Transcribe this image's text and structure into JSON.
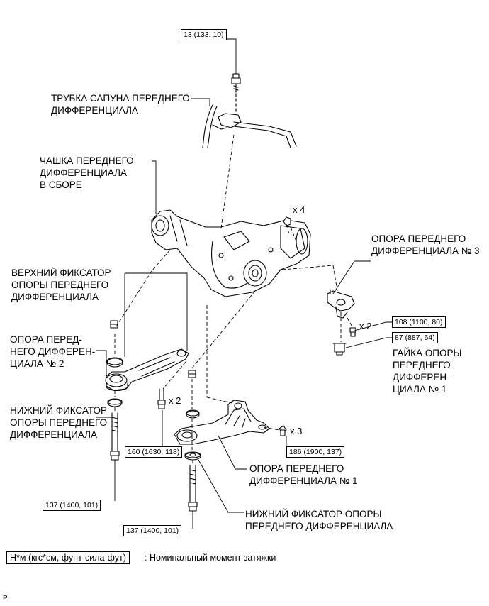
{
  "labels": {
    "breather_tube": "ТРУБКА САПУНА ПЕРЕДНЕГО\nДИФФЕРЕНЦИАЛА",
    "diff_carrier": "ЧАШКА ПЕРЕДНЕГО\nДИФФЕРЕНЦИАЛА\nВ СБОРЕ",
    "upper_stopper": "ВЕРХНИЙ ФИКСАТОР\nОПОРЫ ПЕРЕДНЕГО\nДИФФЕРЕНЦИАЛА",
    "support_no2": "ОПОРА ПЕРЕД-\nНЕГО ДИФФЕРЕН-\nЦИАЛА № 2",
    "lower_stopper_left": "НИЖНИЙ ФИКСАТОР\nОПОРЫ ПЕРЕДНЕГО\nДИФФЕРЕНЦИАЛА",
    "support_no3": "ОПОРА ПЕРЕДНЕГО\nДИФФЕРЕНЦИАЛА № 3",
    "nut_no1": "ГАЙКА ОПОРЫ\nПЕРЕДНЕГО\nДИФФЕРЕН-\nЦИАЛА № 1",
    "support_no1": "ОПОРА ПЕРЕДНЕГО\nДИФФЕРЕНЦИАЛА № 1",
    "lower_stopper_bottom": "НИЖНИЙ ФИКСАТОР ОПОРЫ\nПЕРЕДНЕГО ДИФФЕРЕНЦИАЛА"
  },
  "torques": {
    "breather_bolt": "13 (133, 10)",
    "support3_bolt": "108 (1100, 80)",
    "nut1": "87 (887, 64)",
    "bolt_160": "160 (1630, 118)",
    "bolt_186": "186 (1900, 137)",
    "bolt_137_left": "137 (1400, 101)",
    "bolt_137_bottom": "137 (1400, 101)"
  },
  "counts": {
    "x4": "x 4",
    "x2_support3": "x 2",
    "x2_bolt": "x 2",
    "x3": "x 3"
  },
  "legend": {
    "unit": "Н*м (кгс*см, фунт-сила-фут)",
    "text": ": Номинальный момент затяжки"
  },
  "footer_mark": "P"
}
